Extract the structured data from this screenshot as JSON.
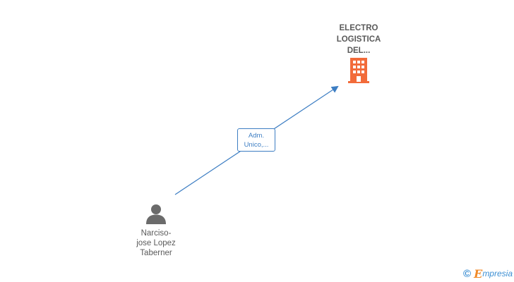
{
  "company": {
    "label_lines": [
      "ELECTRO",
      "LOGISTICA",
      "DEL..."
    ],
    "icon": "building-icon",
    "color": "#f26b3a"
  },
  "person": {
    "label_lines": [
      "Narciso-",
      "jose Lopez",
      "Taberner"
    ],
    "icon": "person-icon",
    "color": "#6b6b6b"
  },
  "relation": {
    "label_lines": [
      "Adm.",
      "Unico,..."
    ],
    "color": "#3d7ec3"
  },
  "brand": {
    "copyright_symbol": "©",
    "initial": "E",
    "text": "mpresia"
  }
}
